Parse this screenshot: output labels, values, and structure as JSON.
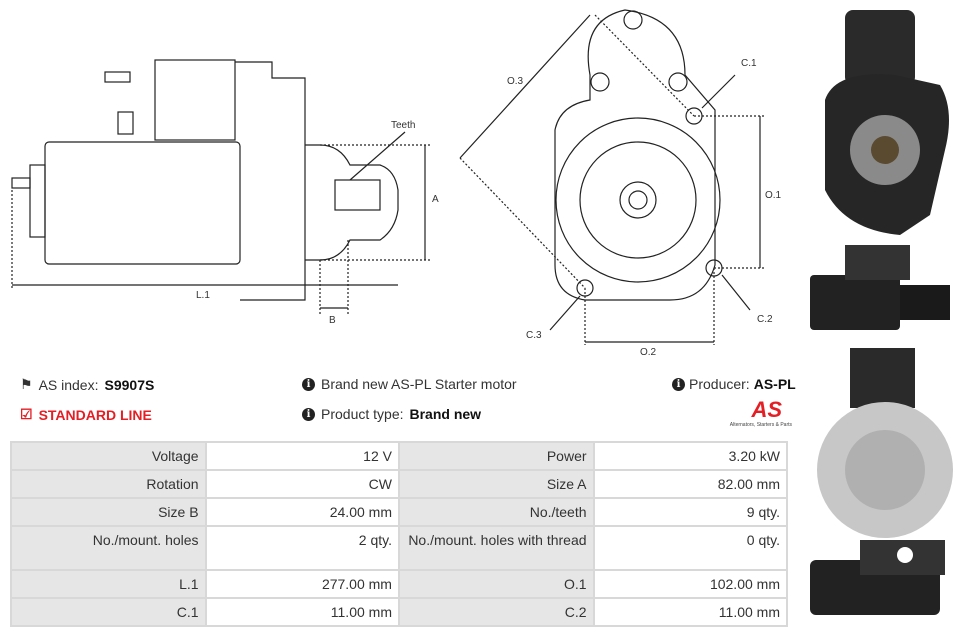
{
  "diagram_labels": {
    "teeth": "Teeth",
    "a": "A",
    "l1": "L.1",
    "b": "B",
    "o3": "O.3",
    "c1": "C.1",
    "o1": "O.1",
    "c2": "C.2",
    "c3": "C.3",
    "o2": "O.2"
  },
  "info": {
    "as_index_label": "AS index:",
    "as_index_value": "S9907S",
    "line": "STANDARD LINE",
    "description": "Brand new AS-PL Starter motor",
    "product_type_label": "Product type:",
    "product_type_value": "Brand new",
    "producer_label": "Producer:",
    "producer_value": "AS-PL",
    "logo_text": "AS",
    "logo_tagline": "Alternators, Starters & Parts"
  },
  "colors": {
    "accent": "#e31e24",
    "label_bg": "#e6e6e6"
  },
  "specs": [
    [
      "Voltage",
      "12 V",
      "Power",
      "3.20 kW"
    ],
    [
      "Rotation",
      "CW",
      "Size A",
      "82.00 mm"
    ],
    [
      "Size B",
      "24.00 mm",
      "No./teeth",
      "9 qty."
    ],
    [
      "No./mount. holes",
      "2 qty.",
      "No./mount. holes with thread",
      "0 qty."
    ],
    [
      "L.1",
      "277.00 mm",
      "O.1",
      "102.00 mm"
    ],
    [
      "C.1",
      "11.00 mm",
      "C.2",
      "11.00 mm"
    ]
  ]
}
